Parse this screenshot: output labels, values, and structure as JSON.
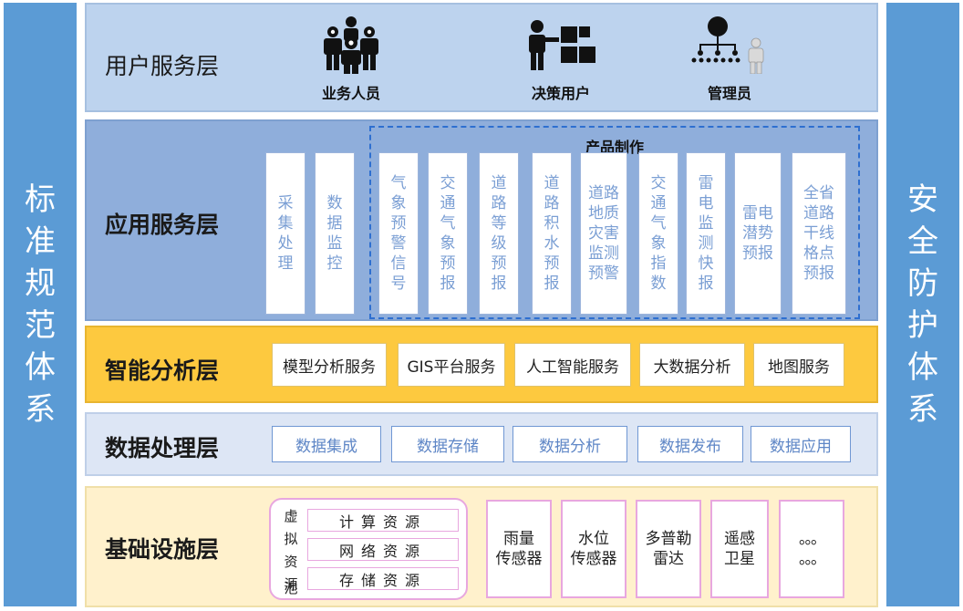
{
  "left_pillar": {
    "label": [
      "标",
      "准",
      "规",
      "范",
      "体",
      "系"
    ]
  },
  "right_pillar": {
    "label": [
      "安",
      "全",
      "防",
      "护",
      "体",
      "系"
    ]
  },
  "user_layer": {
    "title": "用户服务层",
    "users": [
      {
        "label": "业务人员",
        "icon": "business-people-icon"
      },
      {
        "label": "决策用户",
        "icon": "decision-user-icon"
      },
      {
        "label": "管理员",
        "icon": "administrator-icon"
      }
    ]
  },
  "app_layer": {
    "title": "应用服务层",
    "group_label": "产品制作",
    "standalone": [
      {
        "lines": [
          "采",
          "集",
          "处",
          "理"
        ]
      },
      {
        "lines": [
          "数",
          "据",
          "监",
          "控"
        ]
      }
    ],
    "products": [
      {
        "lines": [
          "气",
          "象",
          "预",
          "警",
          "信",
          "号"
        ]
      },
      {
        "lines": [
          "交",
          "通",
          "气",
          "象",
          "预",
          "报"
        ]
      },
      {
        "lines": [
          "道",
          "路",
          "等",
          "级",
          "预",
          "报"
        ]
      },
      {
        "lines": [
          "道",
          "路",
          "积",
          "水",
          "预",
          "报"
        ]
      },
      {
        "lines": [
          "道路",
          "地质",
          "灾害",
          "监测",
          "预警"
        ]
      },
      {
        "lines": [
          "交",
          "通",
          "气",
          "象",
          "指",
          "数"
        ]
      },
      {
        "lines": [
          "雷",
          "电",
          "监",
          "测",
          "快",
          "报"
        ]
      },
      {
        "lines": [
          "雷电",
          "潜势",
          "预报"
        ]
      },
      {
        "lines": [
          "全省",
          "道路",
          "干线",
          "格点",
          "预报"
        ]
      }
    ]
  },
  "ai_layer": {
    "title": "智能分析层",
    "items": [
      "模型分析服务",
      "GIS平台服务",
      "人工智能服务",
      "大数据分析",
      "地图服务"
    ]
  },
  "data_layer": {
    "title": "数据处理层",
    "items": [
      "数据集成",
      "数据存储",
      "数据分析",
      "数据发布",
      "数据应用"
    ]
  },
  "infra_layer": {
    "title": "基础设施层",
    "pool_label": [
      "虚",
      "拟",
      "资",
      "源",
      "池"
    ],
    "resources": [
      "计算资源",
      "网络资源",
      "存储资源"
    ],
    "sensors": [
      {
        "lines": [
          "雨量",
          "传感器"
        ]
      },
      {
        "lines": [
          "水位",
          "传感器"
        ]
      },
      {
        "lines": [
          "多普勒",
          "雷达"
        ]
      },
      {
        "lines": [
          "遥感",
          "卫星"
        ]
      },
      {
        "lines": [
          "。。。",
          "。。。"
        ]
      }
    ]
  },
  "colors": {
    "pillar": "#5b9bd5",
    "user_layer": "#bdd3ee",
    "app_layer": "#8faedb",
    "ai_layer": "#fdc93f",
    "data_layer": "#dde6f5",
    "infra_layer": "#fff1cc"
  }
}
